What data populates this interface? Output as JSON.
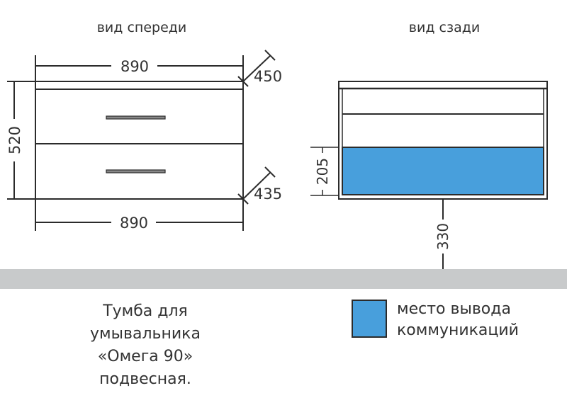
{
  "front_view": {
    "title": "вид спереди",
    "width_top": "890",
    "width_bottom": "890",
    "height": "520",
    "depth_top": "450",
    "depth_bottom": "435"
  },
  "back_view": {
    "title": "вид сзади",
    "utility_height": "205",
    "floor_height": "330"
  },
  "caption": {
    "lines": [
      "Тумба для",
      "умывальника",
      "«Омега 90»",
      "подвесная."
    ]
  },
  "legend": {
    "lines": [
      "место вывода",
      "коммуникаций"
    ],
    "color": "#489fdc"
  },
  "colors": {
    "line": "#2b2b2b",
    "floor": "#c8cacb"
  }
}
